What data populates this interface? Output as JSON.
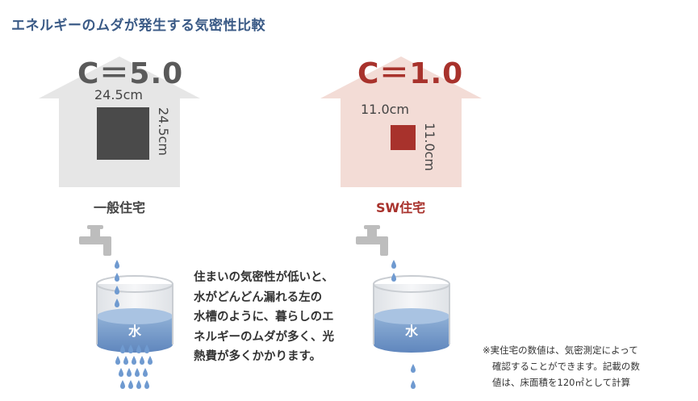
{
  "title": "エネルギーのムダが発生する気密性比較",
  "houses": [
    {
      "c_value": "C＝5.0",
      "width_label": "24.5cm",
      "height_label": "24.5cm",
      "name": "一般住宅",
      "house_color": "#e6e6e6",
      "c_color": "#5a5a5a",
      "square_color": "#4a4a4a",
      "name_color": "#444444"
    },
    {
      "c_value": "C＝1.0",
      "width_label": "11.0cm",
      "height_label": "11.0cm",
      "name": "SW住宅",
      "house_color": "#f3dcd6",
      "c_color": "#a8322c",
      "square_color": "#a8322c",
      "name_color": "#a8322c"
    }
  ],
  "description": [
    "住まいの気密性が低いと、",
    "水がどんどん漏れる左の",
    "水槽のように、暮らしのエ",
    "ネルギーのムダが多く、光",
    "熱費が多くかかります。"
  ],
  "water_label": "水",
  "note": [
    "※実住宅の数値は、気密測定によって",
    "確認することができます。記載の数",
    "値は、床面積を120㎡として計算"
  ]
}
